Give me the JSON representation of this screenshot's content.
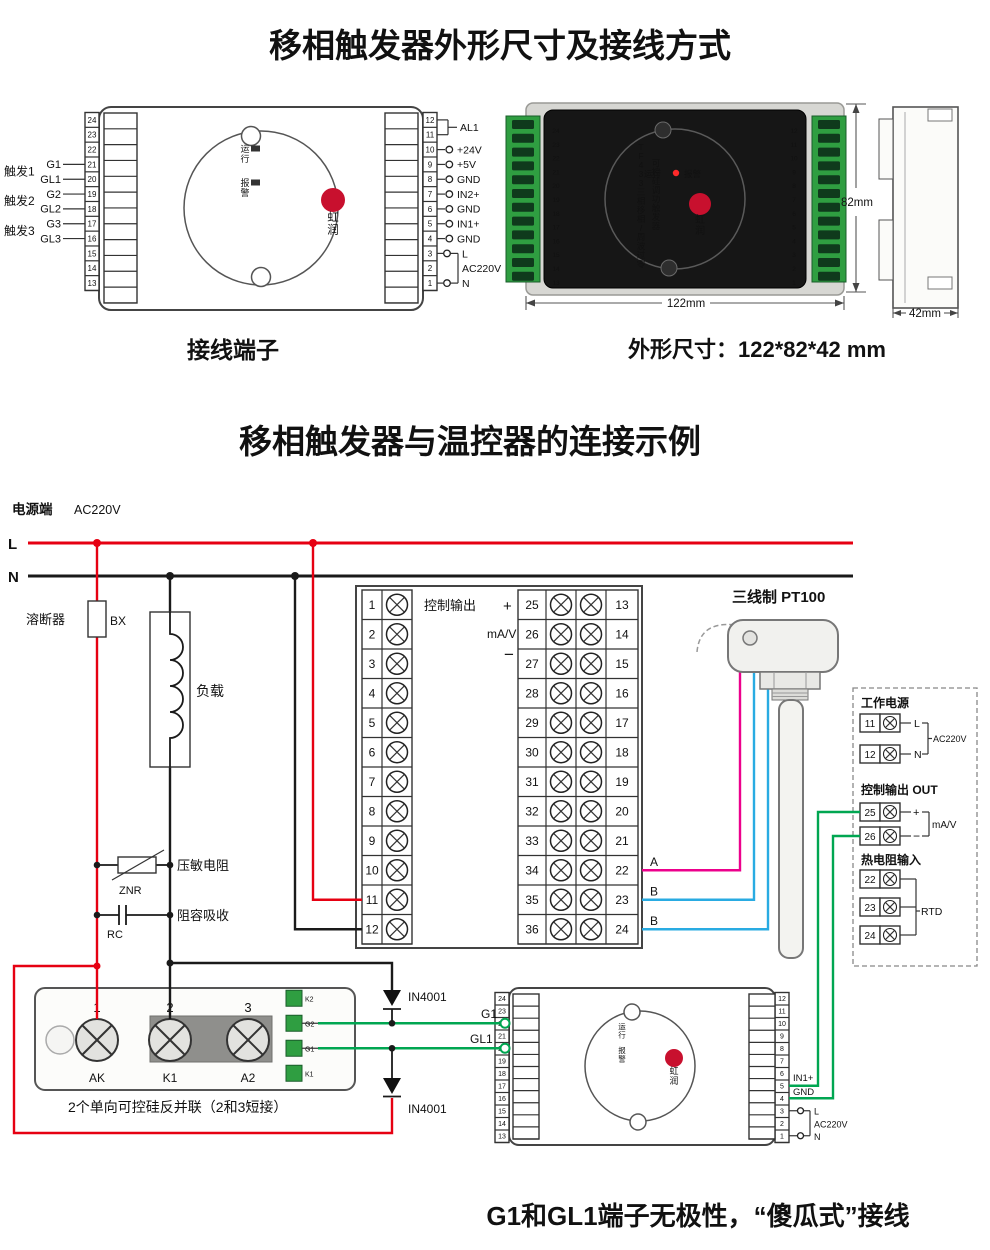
{
  "colors": {
    "wire-red": "#e60012",
    "wire-black": "#1a1a1a",
    "wire-green": "#00a651",
    "wire-magenta": "#ec008c",
    "wire-blue": "#29abe2",
    "term-green": "#2f9e41",
    "brand-red": "#c8102e",
    "led-red": "#ff2a2a"
  },
  "titles": {
    "top": "移相触发器外形尺寸及接线方式",
    "section2": "移相触发器与温控器的连接示例",
    "terminals_caption": "接线端子",
    "dimensions": "外形尺寸：122*82*42 mm",
    "bottom_note": "G1和GL1端子无极性，“傻瓜式”接线"
  },
  "device": {
    "left_terminals": [
      "24",
      "23",
      "22",
      "21",
      "20",
      "19",
      "18",
      "17",
      "16",
      "15",
      "14",
      "13"
    ],
    "right_terminals": [
      "12",
      "11",
      "10",
      "9",
      "8",
      "7",
      "6",
      "5",
      "4",
      "3",
      "2",
      "1"
    ],
    "trigger_groups": [
      "触发1",
      "触发2",
      "触发3"
    ],
    "gate_labels": [
      "G1",
      "GL1",
      "G2",
      "GL2",
      "G3",
      "GL3"
    ],
    "al1": "AL1",
    "io_labels": [
      "+24V",
      "+5V",
      "GND",
      "IN2+",
      "GND",
      "IN1+",
      "GND"
    ],
    "l": "L",
    "ac": "AC220V",
    "n": "N",
    "run": "运行",
    "alarm": "报警",
    "logo": "虹润"
  },
  "photo": {
    "model_col1": "TF433三相移相/周波过零",
    "model_col2": "可控硅调功触发器",
    "run": "运行",
    "alarm": "报警",
    "logo": "虹润",
    "dim_w": "122mm",
    "dim_h": "82mm",
    "dim_d": "42mm"
  },
  "wiring": {
    "source": "电源端",
    "source_v": "AC220V",
    "l": "L",
    "n": "N",
    "fuse": "溶断器",
    "fuse_code": "BX",
    "load": "负载",
    "varistor": "压敏电阻",
    "varistor_code": "ZNR",
    "snubber": "阻容吸收",
    "snubber_code": "RC",
    "ctrl_out": "控制输出",
    "plus": "+",
    "ma_v": "mA/V",
    "minus": "−",
    "left_col": [
      "1",
      "2",
      "3",
      "4",
      "5",
      "6",
      "7",
      "8",
      "9",
      "10",
      "11",
      "12"
    ],
    "mid_col": [
      "25",
      "26",
      "27",
      "28",
      "29",
      "30",
      "31",
      "32",
      "33",
      "34",
      "35",
      "36"
    ],
    "right_col": [
      "13",
      "14",
      "15",
      "16",
      "17",
      "18",
      "19",
      "20",
      "21",
      "22",
      "23",
      "24"
    ],
    "wire_abb": [
      "A",
      "B",
      "B"
    ],
    "pt100": "三线制 PT100",
    "diode1": "IN4001",
    "diode2": "IN4001",
    "g1": "G1",
    "gl1": "GL1",
    "in1": "IN1+",
    "gnd": "GND"
  },
  "legend": {
    "power_title": "工作电源",
    "power_terms": [
      "11",
      "12"
    ],
    "l": "L",
    "n": "N",
    "ac": "AC220V",
    "out_title": "控制输出 OUT",
    "out_terms": [
      "25",
      "26"
    ],
    "plus": "+",
    "minus": "−",
    "ma_v": "mA/V",
    "rtd_title": "热电阻输入",
    "rtd_terms": [
      "22",
      "23",
      "24"
    ],
    "rtd": "RTD"
  },
  "scr_module": {
    "terminals": [
      "1",
      "2",
      "3"
    ],
    "pads": [
      "AK",
      "K1",
      "A2"
    ],
    "strip_labels": [
      "K2",
      "G2",
      "G1",
      "K1"
    ],
    "caption": "2个单向可控硅反并联（2和3短接）"
  }
}
